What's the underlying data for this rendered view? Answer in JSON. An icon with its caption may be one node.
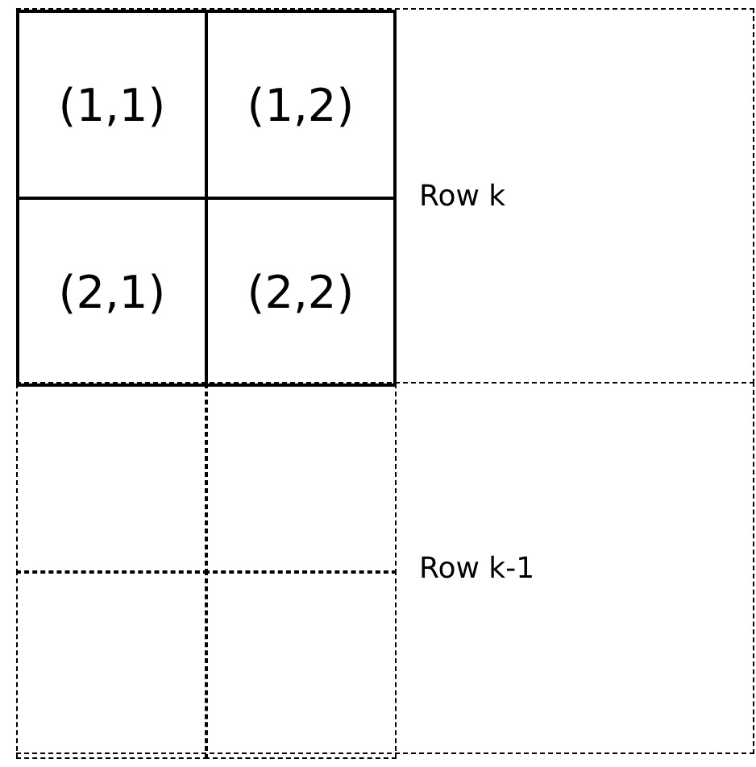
{
  "diagram": {
    "nodes": [
      {
        "text": [
          "Row k"
        ]
      },
      {
        "text": [
          "(1,1)"
        ],
        "in": 0
      },
      {
        "text": [
          "(1,2)"
        ],
        "in": 0
      },
      {
        "text": [
          "(2,1)"
        ],
        "in": 0
      },
      {
        "text": [
          "(2,2)"
        ],
        "in": 0
      },
      {
        "text": [
          "Row k-1"
        ]
      },
      {
        "text": [],
        "shape": "box",
        "in": 5
      },
      {
        "text": [],
        "shape": "box",
        "in": 5
      },
      {
        "text": [],
        "shape": "box",
        "in": 5
      },
      {
        "text": [],
        "shape": "box",
        "in": 5
      }
    ]
  }
}
